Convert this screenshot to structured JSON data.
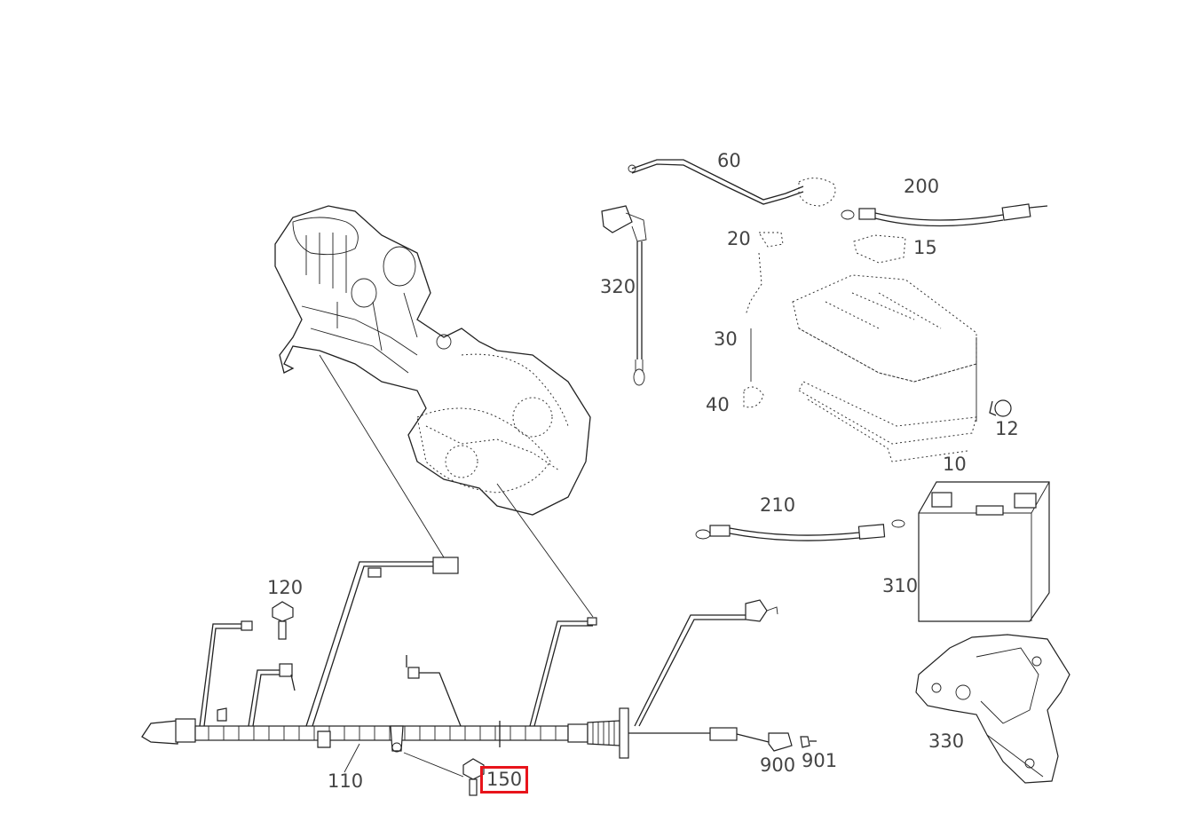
{
  "diagram": {
    "highlight_color": "#e8141b",
    "callouts": [
      {
        "id": "60",
        "label": "60"
      },
      {
        "id": "200",
        "label": "200"
      },
      {
        "id": "20",
        "label": "20"
      },
      {
        "id": "15",
        "label": "15"
      },
      {
        "id": "320",
        "label": "320"
      },
      {
        "id": "30",
        "label": "30"
      },
      {
        "id": "40",
        "label": "40"
      },
      {
        "id": "12",
        "label": "12"
      },
      {
        "id": "10",
        "label": "10"
      },
      {
        "id": "210",
        "label": "210"
      },
      {
        "id": "310",
        "label": "310"
      },
      {
        "id": "120",
        "label": "120"
      },
      {
        "id": "330",
        "label": "330"
      },
      {
        "id": "110",
        "label": "110"
      },
      {
        "id": "150",
        "label": "150",
        "highlighted": true
      },
      {
        "id": "900",
        "label": "900"
      },
      {
        "id": "901",
        "label": "901"
      }
    ]
  }
}
